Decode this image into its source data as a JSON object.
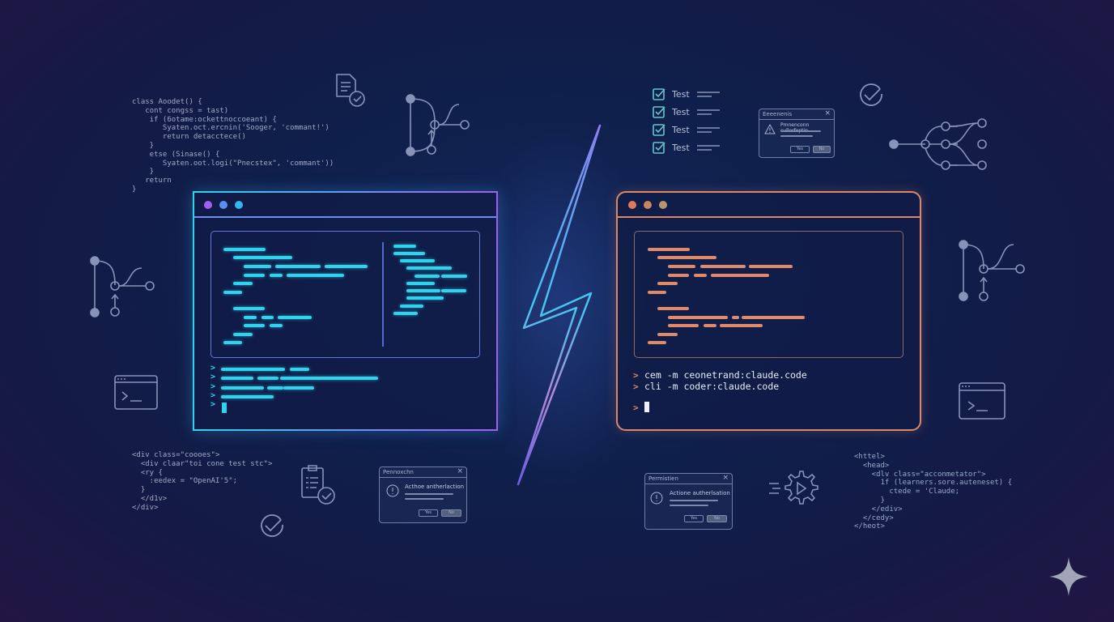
{
  "colors": {
    "left_accent_cyan": "#2fd3ee",
    "left_accent_purple": "#a25ef0",
    "right_accent": "#e08a6a",
    "background": "#10214e"
  },
  "top_left_code": [
    "class Aoodet() {",
    "   cont congss = tast)",
    "    if (6otame:ockettnoccoeant) {",
    "       Syaten.oct.ercnin('Sooger, 'commant!')",
    "       return detacctece()",
    "    }",
    "    etse (Sinase() {",
    "       Syaten.oot.logi(\"Pnecstex\", 'commant'))",
    "    }",
    "   return",
    "}"
  ],
  "bottom_left_code": [
    "<div class=\"coooes\">",
    "  <div claar\"toi cone test stc\">",
    "  <ry {",
    "    :eedex = \"OpenAI'5\";",
    "  }",
    "  </d1v>",
    "</div>"
  ],
  "bottom_right_code": [
    "<httel>",
    "  <head>",
    "    <dlv class=\"acconmetator\">",
    "      1f (learners.sore.auteneset) {",
    "        ctede = 'Claude;",
    "      }",
    "    </ediv>",
    "  </cedy>",
    "</heot>"
  ],
  "checklist": [
    {
      "label": "Test",
      "checked": true
    },
    {
      "label": "Test",
      "checked": true
    },
    {
      "label": "Test",
      "checked": true
    },
    {
      "label": "Test",
      "checked": true
    }
  ],
  "dialogs": {
    "top_right": {
      "title": "Eeeenenis",
      "message": "Pmnenconn cullerfoptin",
      "yes": "Yes",
      "no": "No",
      "icon": "warning-icon"
    },
    "bottom_left": {
      "title": "Pennoxchn",
      "message": "Acthoe antherlaction",
      "yes": "Yes",
      "no": "No",
      "icon": "exclamation-circle-icon"
    },
    "bottom_right": {
      "title": "Permistien",
      "message": "Actione autherlsation",
      "yes": "Yes",
      "no": "No",
      "icon": "exclamation-circle-icon"
    }
  },
  "right_terminal": {
    "lines": [
      "cem -m ceonetrand:claude.code",
      "cli -m coder:claude.code"
    ],
    "prompt": ">"
  },
  "left_terminal": {
    "prompt": ">"
  },
  "icons": [
    "document-check-icon",
    "git-branch-icon",
    "terminal-icon",
    "check-circle-icon",
    "clipboard-check-icon",
    "gear-play-icon",
    "sparkle-icon",
    "lightning-bolt-icon"
  ]
}
